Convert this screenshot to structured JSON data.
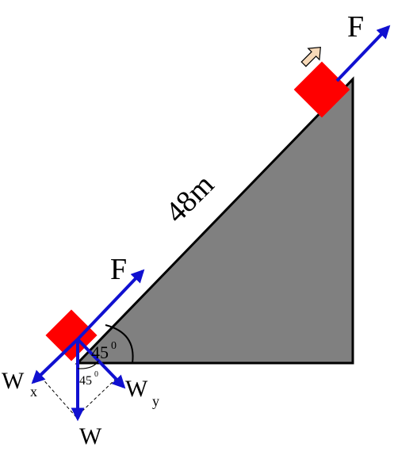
{
  "labels": {
    "force_top": "F",
    "force_bottom": "F",
    "length": "48m",
    "incline_angle": "45",
    "angle_degree_mark": "0",
    "weight_angle": "45",
    "weight": "W",
    "wx_main": "W",
    "wx_sub": "x",
    "wy_main": "W",
    "wy_sub": "y"
  },
  "colors": {
    "incline_fill": "#808080",
    "block": "#ff0000",
    "force_arrow": "#1010d0",
    "motion_arrow_fill": "#f7d9b8",
    "outline": "#000000"
  },
  "icons": {
    "motion_direction": "arrow-up-right-icon"
  }
}
